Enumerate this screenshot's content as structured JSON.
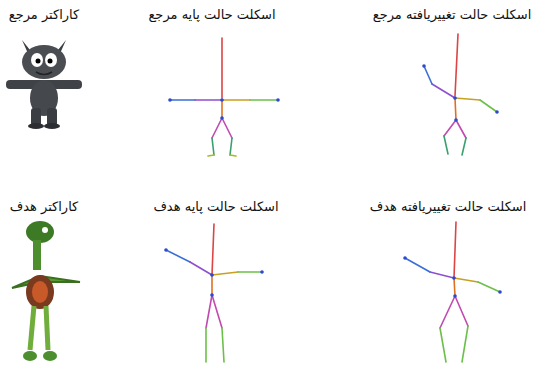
{
  "diagram": {
    "labels": [
      "اسکلت حالت تغییریافته مرجع",
      "اسکلت حالت پایه مرجع",
      "کاراکتر مرجع",
      "اسکلت حالت تغییریافته هدف",
      "اسکلت حالت پایه هدف",
      "کاراکتر هدف"
    ]
  }
}
